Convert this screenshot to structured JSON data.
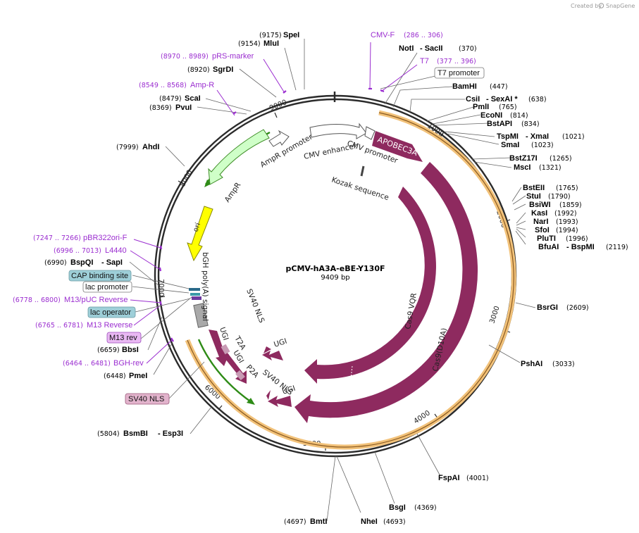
{
  "credit": {
    "prefix": "Created by",
    "brand": "SnapGene"
  },
  "plasmid": {
    "name": "pCMV-hA3A-eBE-Y130F",
    "size": "9409 bp"
  },
  "ticks": [
    "1000",
    "2000",
    "3000",
    "4000",
    "5000",
    "6000",
    "7000",
    "8000",
    "9000"
  ],
  "enzymes": [
    {
      "name": "SpeI",
      "pos": "(9175)"
    },
    {
      "name": "MluI",
      "pos": "(9154)"
    },
    {
      "name": "SgrDI",
      "pos": "(8920)"
    },
    {
      "name": "ScaI",
      "pos": "(8479)"
    },
    {
      "name": "PvuI",
      "pos": "(8369)"
    },
    {
      "name": "AhdI",
      "pos": "(7999)"
    },
    {
      "name": "BspQI",
      "sep": "- SapI",
      "pos": "(6990)"
    },
    {
      "name": "BbsI",
      "pos": "(6659)"
    },
    {
      "name": "PmeI",
      "pos": "(6448)"
    },
    {
      "name": "BsmBI",
      "sep": "- Esp3I",
      "pos": "(5804)"
    },
    {
      "name": "BmtI",
      "pos": "(4697)"
    },
    {
      "name": "NheI",
      "pos": "(4693)"
    },
    {
      "name": "BsgI",
      "pos": "(4369)"
    },
    {
      "name": "FspAI",
      "pos": "(4001)"
    },
    {
      "name": "PshAI",
      "pos": "(3033)"
    },
    {
      "name": "BsrGI",
      "pos": "(2609)"
    },
    {
      "name": "BfuAI",
      "sep": "- BspMI",
      "pos": "(2119)"
    },
    {
      "name": "PluTI",
      "pos": "(1996)"
    },
    {
      "name": "SfoI",
      "pos": "(1994)"
    },
    {
      "name": "NarI",
      "pos": "(1993)"
    },
    {
      "name": "KasI",
      "pos": "(1992)"
    },
    {
      "name": "BsiWI",
      "pos": "(1859)"
    },
    {
      "name": "StuI",
      "pos": "(1790)"
    },
    {
      "name": "BstEII",
      "pos": "(1765)"
    },
    {
      "name": "MscI",
      "pos": "(1321)"
    },
    {
      "name": "BstZ17I",
      "pos": "(1265)"
    },
    {
      "name": "SmaI",
      "pos": "(1023)"
    },
    {
      "name": "TspMI",
      "sep": "- XmaI",
      "pos": "(1021)"
    },
    {
      "name": "BstAPI",
      "pos": "(834)"
    },
    {
      "name": "EcoNI",
      "pos": "(814)"
    },
    {
      "name": "PmlI",
      "pos": "(765)"
    },
    {
      "name": "CsiI",
      "sep": "- SexAI *",
      "pos": "(638)"
    },
    {
      "name": "BamHI",
      "pos": "(447)"
    },
    {
      "name": "NotI",
      "sep": "- SacII",
      "pos": "(370)"
    }
  ],
  "primers": [
    {
      "name": "CMV-F",
      "pos": "(286 .. 306)"
    },
    {
      "name": "T7",
      "pos": "(377 .. 396)"
    },
    {
      "name": "pRS-marker",
      "pos": "(8970 .. 8989)"
    },
    {
      "name": "Amp-R",
      "pos": "(8549 .. 8568)"
    },
    {
      "name": "pBR322ori-F",
      "pos": "(7247 .. 7266)"
    },
    {
      "name": "L4440",
      "pos": "(6996 .. 7013)"
    },
    {
      "name": "M13/pUC Reverse",
      "pos": "(6778 .. 6800)"
    },
    {
      "name": "M13 Reverse",
      "pos": "(6765 .. 6781)"
    },
    {
      "name": "BGH-rev",
      "pos": "(6464 .. 6481)"
    }
  ],
  "boxes": {
    "t7_promoter": "T7 promoter",
    "cap_binding": "CAP binding site",
    "lac_promoter": "lac promoter",
    "lac_operator": "lac operator",
    "m13_rev": "M13 rev",
    "sv40_nls": "SV40 NLS"
  },
  "features": {
    "apobec3a": "APOBEC3A",
    "cmv_promoter": "CMV promoter",
    "cmv_enhancer": "CMV enhancer",
    "ampr_promoter": "AmpR promoter",
    "ampr": "AmpR",
    "ori": "ori",
    "kozak": "Kozak sequence",
    "bgh": "bGH poly(A) signal",
    "cas9vqr": "Cas9 VQR",
    "cas9d10a": "Cas9(D10A)",
    "sv40nls_a": "SV40 NLS",
    "sv40nls_b": "SV40 NLS",
    "ugi1": "UGI",
    "ugi2": "UGI",
    "ugi3": "UGI",
    "ugi4": "UGI",
    "t2a": "T2A",
    "p2a": "P2A"
  },
  "colors": {
    "backbone": "#2b2b2b",
    "cas9": "#8e2a5f",
    "orf_highlight": "#f2c27a",
    "ampr": "#cfffc8",
    "ampr_stroke": "#3a8a22",
    "ori": "#ffff00",
    "primer": "#9b2ed0",
    "lac_box": "#9ecfd8",
    "m13_box": "#e9b8f3",
    "sv40_box": "#e2b3cc",
    "polyA": "#a9a9a9"
  }
}
